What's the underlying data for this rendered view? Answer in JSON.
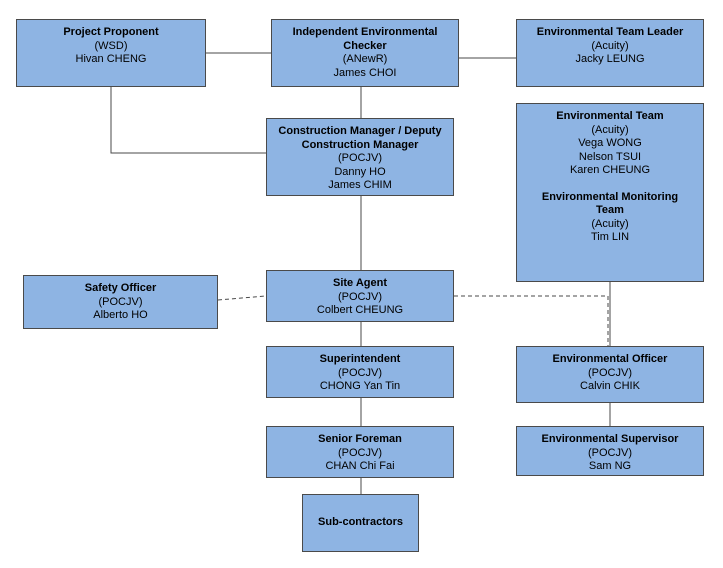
{
  "nodes": {
    "project_proponent": {
      "title": "Project Proponent",
      "org": "(WSD)",
      "people": [
        "Hivan CHENG"
      ]
    },
    "iec": {
      "title": "Independent Environmental Checker",
      "org": "(ANewR)",
      "people": [
        "James CHOI"
      ]
    },
    "etl": {
      "title": "Environmental Team Leader",
      "org": "(Acuity)",
      "people": [
        "Jacky LEUNG"
      ]
    },
    "construction_manager": {
      "title": "Construction Manager / Deputy Construction Manager",
      "org": "(POCJV)",
      "people": [
        "Danny HO",
        "James CHIM"
      ]
    },
    "env_team": {
      "title": "Environmental Team",
      "org": "(Acuity)",
      "people": [
        "Vega WONG",
        "Nelson TSUI",
        "Karen CHEUNG"
      ],
      "sub_title": "Environmental Monitoring Team",
      "sub_org": "(Acuity)",
      "sub_people": [
        "Tim LIN"
      ]
    },
    "safety_officer": {
      "title": "Safety Officer",
      "org": "(POCJV)",
      "people": [
        "Alberto HO"
      ]
    },
    "site_agent": {
      "title": "Site Agent",
      "org": "(POCJV)",
      "people": [
        "Colbert CHEUNG"
      ]
    },
    "superintendent": {
      "title": "Superintendent",
      "org": "(POCJV)",
      "people": [
        "CHONG Yan Tin"
      ]
    },
    "env_officer": {
      "title": "Environmental Officer",
      "org": "(POCJV)",
      "people": [
        "Calvin CHIK"
      ]
    },
    "senior_foreman": {
      "title": "Senior Foreman",
      "org": "(POCJV)",
      "people": [
        "CHAN Chi Fai"
      ]
    },
    "env_supervisor": {
      "title": "Environmental Supervisor",
      "org": "(POCJV)",
      "people": [
        "Sam NG"
      ]
    },
    "sub_contractors": {
      "title": "Sub-contractors"
    }
  },
  "colors": {
    "box_fill": "#8eb4e3",
    "box_border": "#4a4a4a",
    "connector": "#4a4a4a"
  }
}
